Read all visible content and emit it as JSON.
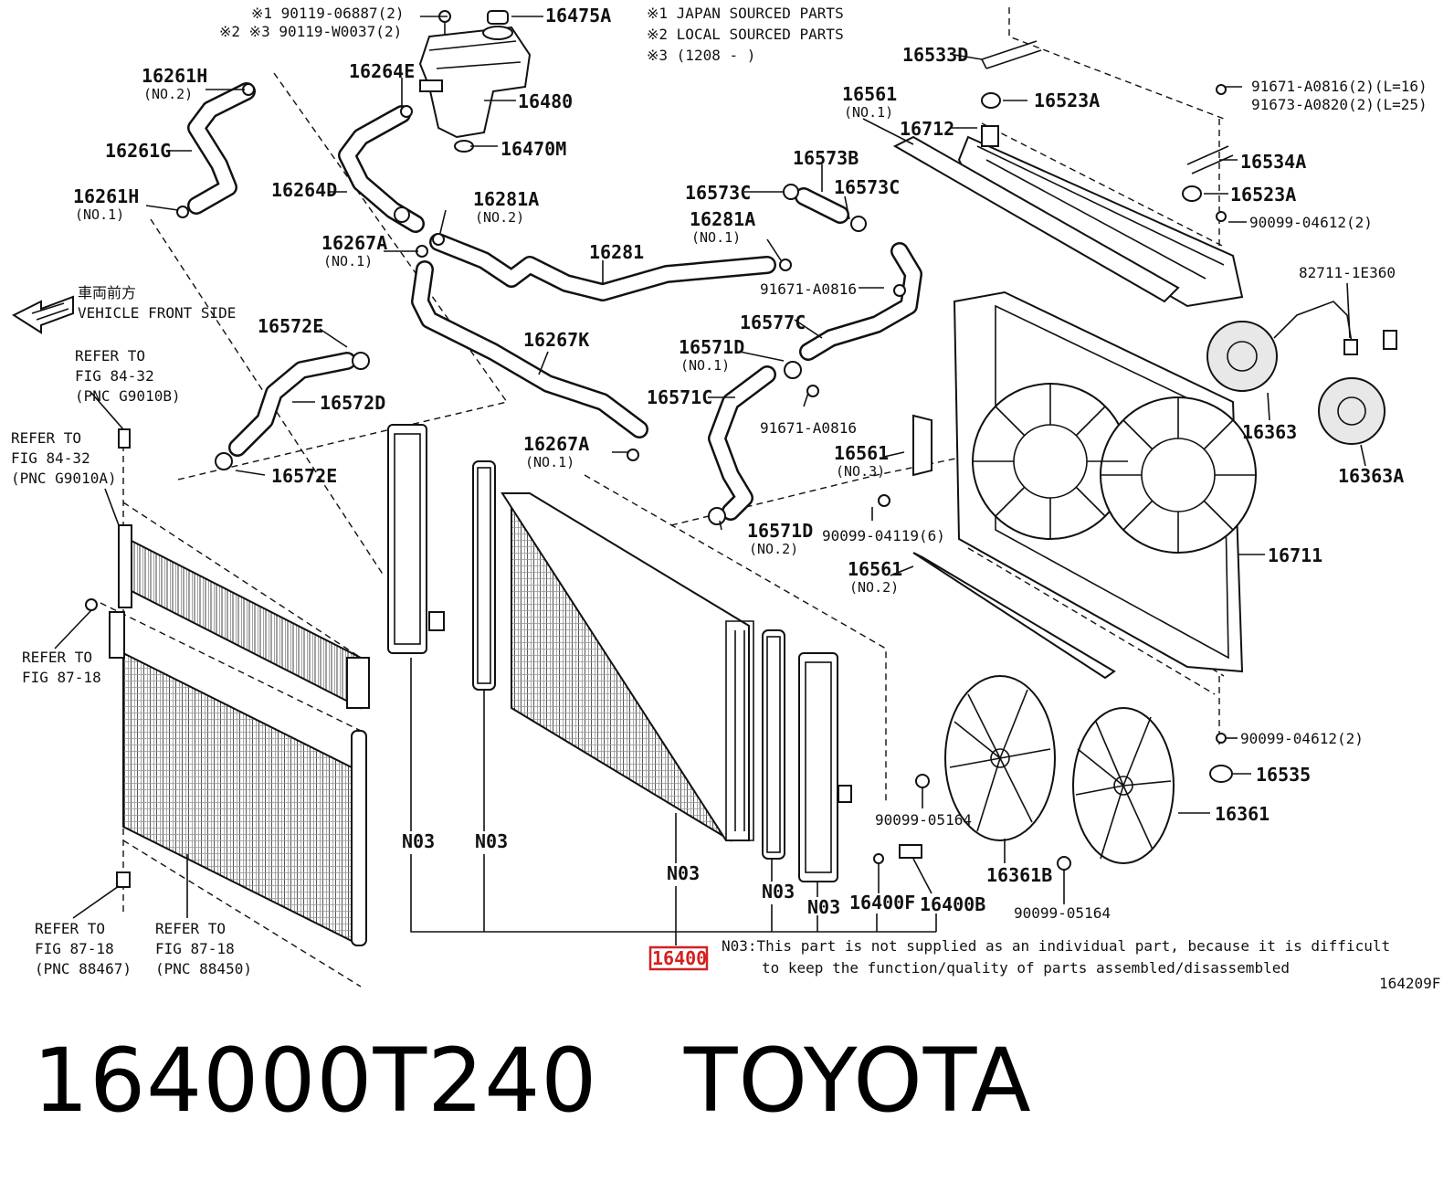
{
  "header_notes": {
    "japan": "※1 JAPAN SOURCED PARTS",
    "local": "※2 LOCAL SOURCED PARTS",
    "period": "※3 (1208 -        )"
  },
  "bolts_top": {
    "bolt1": "※1 90119-06887(2)",
    "bolt2": "※2 ※3 90119-W0037(2)"
  },
  "labels": {
    "p16475A": "16475A",
    "p16480": "16480",
    "p16470M": "16470M",
    "p16264E": "16264E",
    "p16264D": "16264D",
    "p16261H_no2": "16261H",
    "p16261H_no2_sub": "(NO.2)",
    "p16261G": "16261G",
    "p16261H_no1": "16261H",
    "p16261H_no1_sub": "(NO.1)",
    "p16281A_no2": "16281A",
    "p16281A_no2_sub": "(NO.2)",
    "p16267A_no1_top": "16267A",
    "p16267A_no1_top_sub": "(NO.1)",
    "p16281": "16281",
    "p16267K": "16267K",
    "p16267A_no1_mid": "16267A",
    "p16267A_no1_mid_sub": "(NO.1)",
    "p16533D": "16533D",
    "p16523A_top": "16523A",
    "p16561_no1": "16561",
    "p16561_no1_sub": "(NO.1)",
    "p16712": "16712",
    "p16573B": "16573B",
    "p16573C_left": "16573C",
    "p16573C_right": "16573C",
    "p16281A_no1": "16281A",
    "p16281A_no1_sub": "(NO.1)",
    "p91671_top": "91671-A0816",
    "p16577C": "16577C",
    "p16571D_no1": "16571D",
    "p16571D_no1_sub": "(NO.1)",
    "p16571C": "16571C",
    "p91671_mid": "91671-A0816",
    "p16561_no3": "16561",
    "p16561_no3_sub": "(NO.3)",
    "p16571D_no2": "16571D",
    "p16571D_no2_sub": "(NO.2)",
    "p90099_04119": "90099-04119(6)",
    "p16561_no2": "16561",
    "p16561_no2_sub": "(NO.2)",
    "p91671_right": "91671-A0816(2)(L=16)",
    "p91673_right": "91673-A0820(2)(L=25)",
    "p16534A": "16534A",
    "p16523A_right": "16523A",
    "p90099_04612_top": "90099-04612(2)",
    "p82711": "82711-1E360",
    "p16363": "16363",
    "p16363A": "16363A",
    "p16711": "16711",
    "p90099_04612_bottom": "90099-04612(2)",
    "p16535": "16535",
    "p16361": "16361",
    "p16361B": "16361B",
    "p90099_05164_left": "90099-05164",
    "p90099_05164_right": "90099-05164",
    "p16400F": "16400F",
    "p16400B": "16400B",
    "p16572E_top": "16572E",
    "p16572D": "16572D",
    "p16572E_bottom": "16572E",
    "p16400": "16400",
    "n03_a": "N03",
    "n03_b": "N03",
    "n03_c": "N03",
    "n03_d": "N03",
    "n03_e": "N03",
    "fig_code": "164209F"
  },
  "direction": {
    "jp": "車両前方",
    "en": "VEHICLE FRONT SIDE"
  },
  "refs": {
    "r1_l1": "REFER TO",
    "r1_l2": "FIG 84-32",
    "r1_l3": "(PNC G9010B)",
    "r2_l1": "REFER TO",
    "r2_l2": "FIG 84-32",
    "r2_l3": "(PNC G9010A)",
    "r3_l1": "REFER TO",
    "r3_l2": "FIG 87-18",
    "r4_l1": "REFER TO",
    "r4_l2": "FIG 87-18",
    "r4_l3": "(PNC 88467)",
    "r5_l1": "REFER TO",
    "r5_l2": "FIG 87-18",
    "r5_l3": "(PNC 88450)"
  },
  "footnote": {
    "line1": "N03:This part is not supplied as an individual part, because it is difficult",
    "line2": "to keep the function/quality of parts assembled/disassembled"
  },
  "footer": {
    "part_number": "164000T240",
    "brand": "TOYOTA"
  },
  "colors": {
    "highlight": "#d42020",
    "ink": "#111111"
  }
}
